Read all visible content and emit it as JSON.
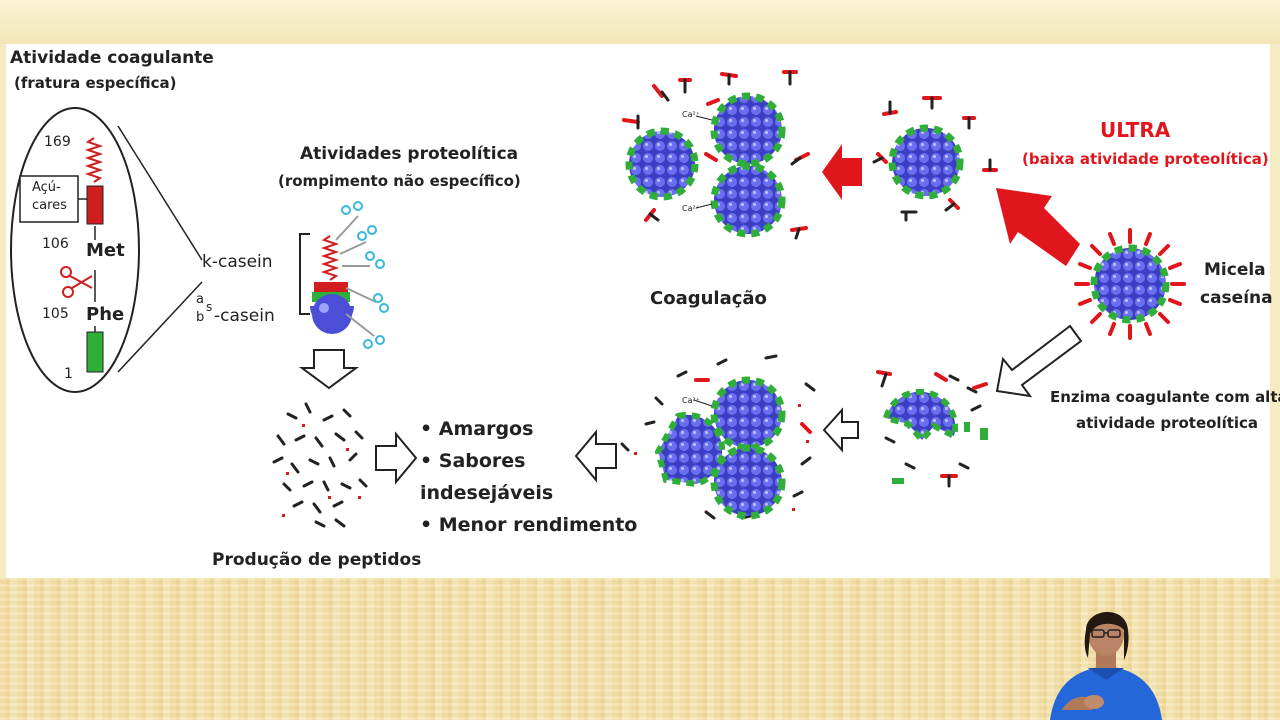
{
  "left": {
    "title": "Atividade coagulante",
    "subtitle": "(fratura específica)",
    "num_169": "169",
    "num_106": "106",
    "num_105": "105",
    "num_1": "1",
    "acucares_1": "Açú-",
    "acucares_2": "cares",
    "met": "Met",
    "phe": "Phe",
    "k_casein": "k-casein",
    "a_sup": "a",
    "s_sub": "s",
    "b_sub": "b",
    "casein_suffix": "-casein"
  },
  "middle": {
    "title": "Atividades proteolítica",
    "subtitle": "(rompimento não específico)",
    "producao": "Produção de peptidos",
    "bullet_1": "• Amargos",
    "bullet_2": "• Sabores",
    "bullet_2b": "indesejáveis",
    "bullet_3": "• Menor rendimento"
  },
  "right": {
    "ultra": "ULTRA",
    "ultra_sub": "(baixa atividade proteolítica)",
    "micela_1": "Micela",
    "micela_2": "caseína",
    "coagulacao": "Coagulação",
    "enzima_1": "Enzima coagulante com alta",
    "enzima_2": "atividade proteolítica",
    "ca_label": "Ca²⁺"
  },
  "colors": {
    "red": "#e0161c",
    "blue": "#4b4fd8",
    "green": "#2fae3a",
    "cyan": "#38b8d8",
    "background": "#f6ecc4"
  }
}
